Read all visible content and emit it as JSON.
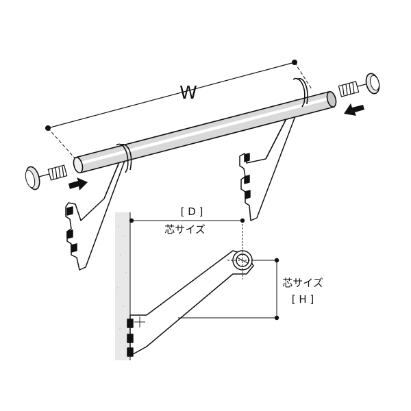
{
  "labels": {
    "width": "W",
    "depth": "[ D ]",
    "depth_note": "芯サイズ",
    "height_note": "芯サイズ",
    "height": "[ H ]"
  },
  "colors": {
    "ink": "#111111",
    "pipe_fill": "#d9d9d9",
    "pipe_highlight": "#ffffff",
    "wall": "#e8e8e8",
    "arrow": "#111111"
  },
  "icons": {
    "insert_arrow": "filled-arrow",
    "end_cap": "end-cap-disc",
    "screw": "threaded-screw"
  }
}
